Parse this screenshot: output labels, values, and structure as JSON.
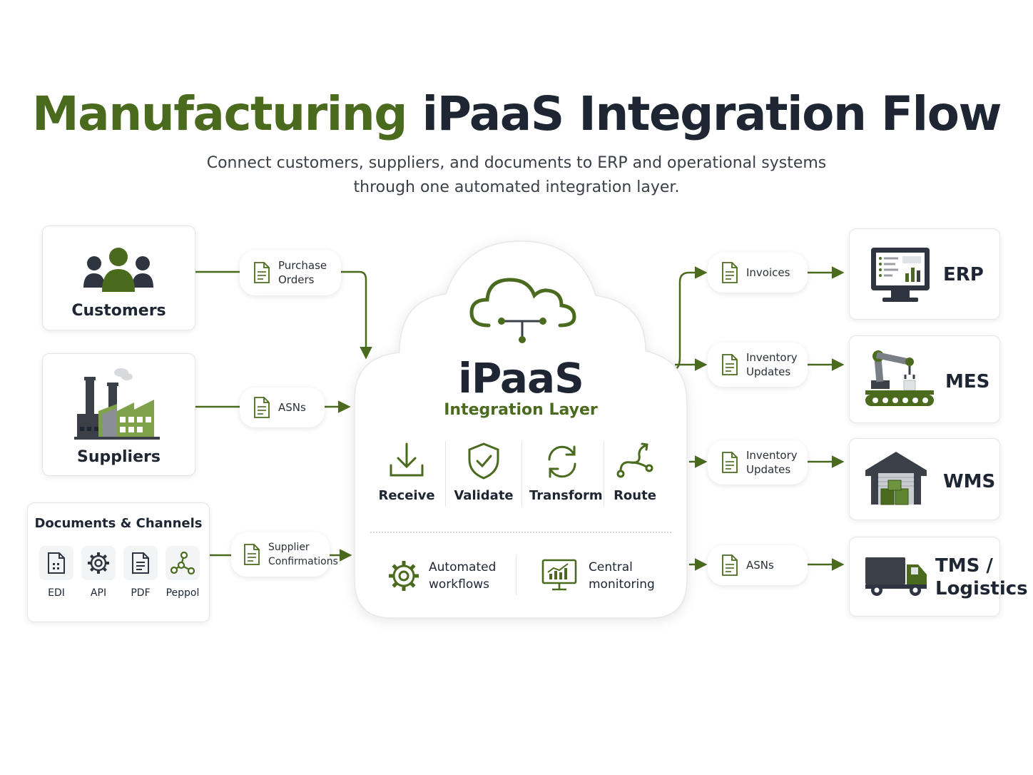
{
  "title": {
    "part1": "Manufacturing",
    "part2": "iPaaS Integration Flow"
  },
  "subtitle": {
    "line1": "Connect customers, suppliers, and documents to ERP and operational systems",
    "line2": "through one automated integration layer."
  },
  "colors": {
    "accent": "#4a6b1e",
    "dark": "#1e2633",
    "arrow": "#4a6b1e"
  },
  "sources": {
    "customers": {
      "label": "Customers",
      "icon": "people-icon"
    },
    "suppliers": {
      "label": "Suppliers",
      "icon": "factory-icon"
    },
    "documents": {
      "title": "Documents & Channels",
      "channels": [
        {
          "label": "EDI",
          "icon": "edi-file-icon"
        },
        {
          "label": "API",
          "icon": "gear-icon"
        },
        {
          "label": "PDF",
          "icon": "pdf-file-icon"
        },
        {
          "label": "Peppol",
          "icon": "network-icon"
        }
      ]
    }
  },
  "inbound_flows": [
    {
      "line1": "Purchase",
      "line2": "Orders"
    },
    {
      "line1": "ASNs",
      "line2": ""
    },
    {
      "line1": "Supplier",
      "line2": "Confirmations"
    }
  ],
  "hub": {
    "name": "iPaaS",
    "subtitle": "Integration Layer",
    "icon": "cloud-network-icon",
    "steps": [
      {
        "label": "Receive",
        "icon": "download-icon"
      },
      {
        "label": "Validate",
        "icon": "shield-check-icon"
      },
      {
        "label": "Transform",
        "icon": "refresh-icon"
      },
      {
        "label": "Route",
        "icon": "route-icon"
      }
    ],
    "features": [
      {
        "line1": "Automated",
        "line2": "workflows",
        "icon": "gear-icon"
      },
      {
        "line1": "Central",
        "line2": "monitoring",
        "icon": "monitor-chart-icon"
      }
    ]
  },
  "outbound_flows": [
    {
      "line1": "Invoices",
      "line2": ""
    },
    {
      "line1": "Inventory",
      "line2": "Updates"
    },
    {
      "line1": "Inventory",
      "line2": "Updates"
    },
    {
      "line1": "ASNs",
      "line2": ""
    }
  ],
  "destinations": [
    {
      "line1": "ERP",
      "line2": "",
      "icon": "monitor-dashboard-icon"
    },
    {
      "line1": "MES",
      "line2": "",
      "icon": "robot-arm-icon"
    },
    {
      "line1": "WMS",
      "line2": "",
      "icon": "warehouse-icon"
    },
    {
      "line1": "TMS /",
      "line2": "Logistics",
      "icon": "truck-icon"
    }
  ]
}
